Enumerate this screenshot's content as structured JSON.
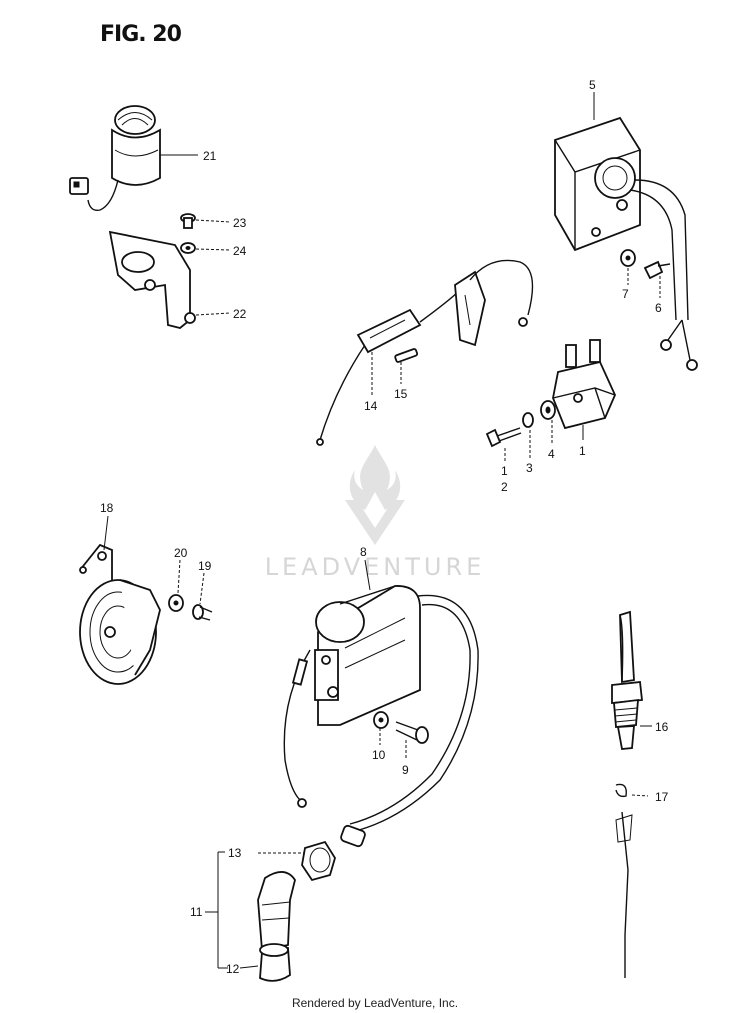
{
  "figure": {
    "title": "FIG. 20"
  },
  "watermark": {
    "text": "LEADVENTURE"
  },
  "footer": {
    "text": "Rendered by LeadVenture, Inc."
  },
  "callouts": [
    {
      "id": "c21",
      "label": "21"
    },
    {
      "id": "c23",
      "label": "23"
    },
    {
      "id": "c24",
      "label": "24"
    },
    {
      "id": "c22",
      "label": "22"
    },
    {
      "id": "c5",
      "label": "5"
    },
    {
      "id": "c7",
      "label": "7"
    },
    {
      "id": "c6",
      "label": "6"
    },
    {
      "id": "c14",
      "label": "14"
    },
    {
      "id": "c15",
      "label": "15"
    },
    {
      "id": "c1a",
      "label": "1"
    },
    {
      "id": "c1b",
      "label": "1"
    },
    {
      "id": "c2",
      "label": "2"
    },
    {
      "id": "c3",
      "label": "3"
    },
    {
      "id": "c4",
      "label": "4"
    },
    {
      "id": "c18",
      "label": "18"
    },
    {
      "id": "c20",
      "label": "20"
    },
    {
      "id": "c19",
      "label": "19"
    },
    {
      "id": "c8",
      "label": "8"
    },
    {
      "id": "c10",
      "label": "10"
    },
    {
      "id": "c9",
      "label": "9"
    },
    {
      "id": "c16",
      "label": "16"
    },
    {
      "id": "c17",
      "label": "17"
    },
    {
      "id": "c13",
      "label": "13"
    },
    {
      "id": "c11",
      "label": "11"
    },
    {
      "id": "c12",
      "label": "12"
    }
  ]
}
